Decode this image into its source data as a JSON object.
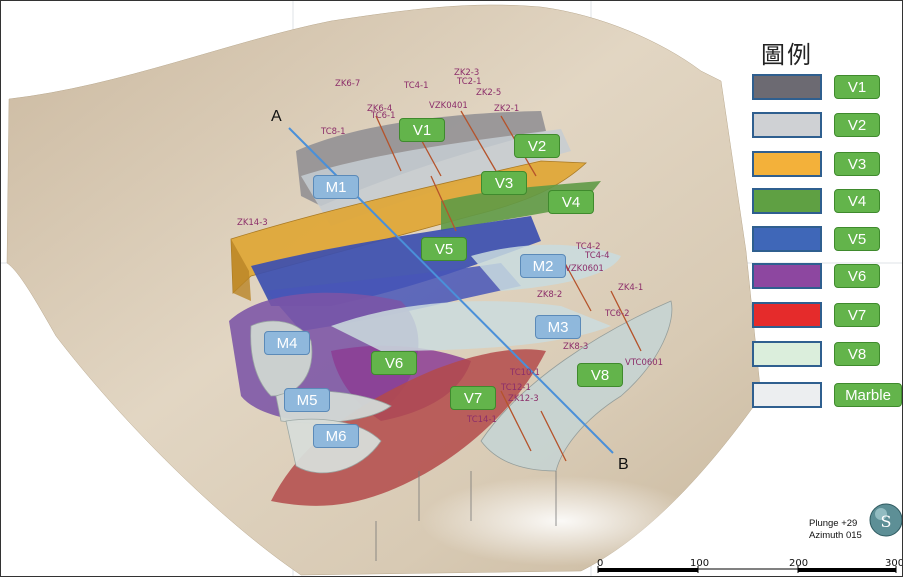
{
  "legend": {
    "title": "圖例",
    "items": [
      {
        "label": "V1",
        "color": "#6c6a72"
      },
      {
        "label": "V2",
        "color": "#cfd1d4"
      },
      {
        "label": "V3",
        "color": "#f3b13a"
      },
      {
        "label": "V4",
        "color": "#5fa043"
      },
      {
        "label": "V5",
        "color": "#3f67b8"
      },
      {
        "label": "V6",
        "color": "#8d47a0"
      },
      {
        "label": "V7",
        "color": "#e52b2b"
      },
      {
        "label": "V8",
        "color": "#dbeedc"
      },
      {
        "label": "Marble",
        "color": "#eceef0"
      }
    ]
  },
  "veins": [
    "V1",
    "V2",
    "V3",
    "V4",
    "V5",
    "V6",
    "V7",
    "V8"
  ],
  "marbles": [
    "M1",
    "M2",
    "M3",
    "M4",
    "M5",
    "M6"
  ],
  "section_line": {
    "start": "A",
    "end": "B"
  },
  "drillholes": [
    "ZK6-7",
    "TC4-1",
    "ZK2-3",
    "TC2-1",
    "ZK2-5",
    "ZK2-1",
    "ZK6-4",
    "TC6-1",
    "VZK0401",
    "TC8-1",
    "ZK14-3",
    "TC4-2",
    "TC4-4",
    "VZK0601",
    "ZK8-2",
    "ZK4-1",
    "TC6-2",
    "ZK8-3",
    "VTC0601",
    "TC10-1",
    "TC12-1",
    "ZK12-3",
    "TC14-1"
  ],
  "view": {
    "plunge": "Plunge +29",
    "azimuth": "Azimuth 015"
  },
  "scale": {
    "ticks": [
      "0",
      "100",
      "200",
      "300"
    ]
  },
  "colors": {
    "terrain": "#d6c8b2",
    "section_line": "#4a90d9",
    "label_purple": "#8c2e6a"
  }
}
